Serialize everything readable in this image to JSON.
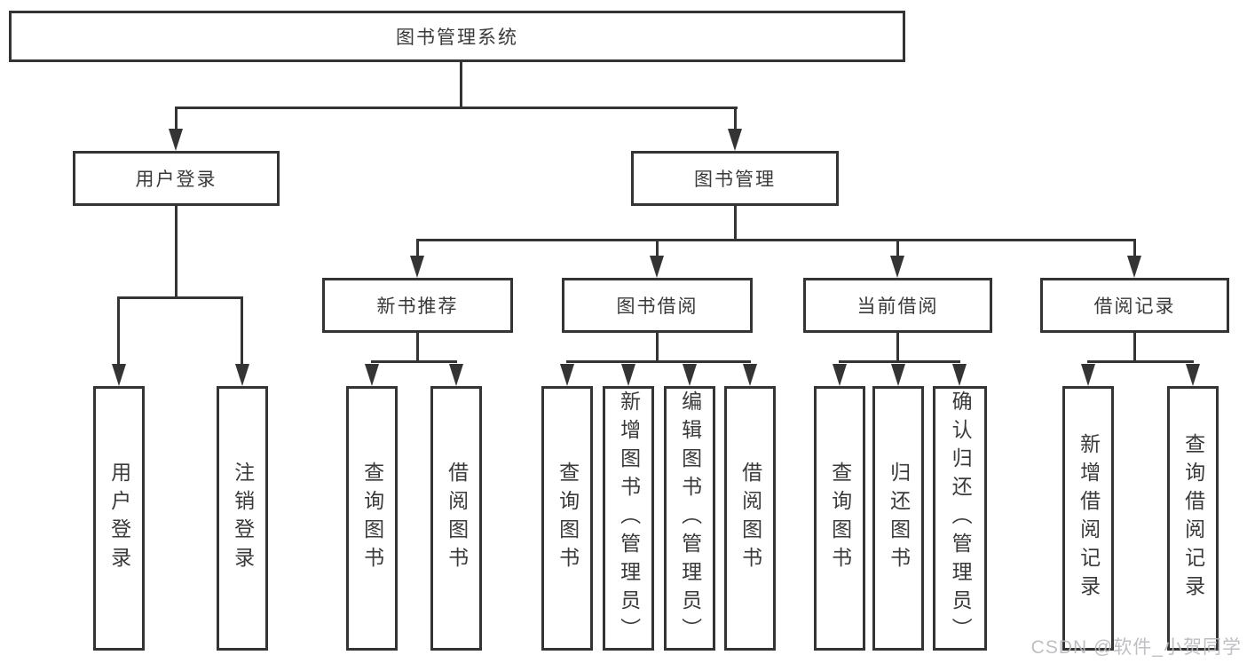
{
  "colors": {
    "line": "#343434",
    "box_border": "#343434",
    "text": "#3a3a3a",
    "background": "#ffffff",
    "watermark": "#b9b9bd"
  },
  "watermark": {
    "text": "CSDN @软件_小贺同学"
  },
  "diagram": {
    "root": {
      "label": "图书管理系统"
    },
    "level2": [
      {
        "label": "用户登录"
      },
      {
        "label": "图书管理"
      }
    ],
    "level3": [
      {
        "label": "新书推荐"
      },
      {
        "label": "图书借阅"
      },
      {
        "label": "当前借阅"
      },
      {
        "label": "借阅记录"
      }
    ],
    "leaves": {
      "user_login": [
        {
          "label": "用户登录"
        },
        {
          "label": "注销登录"
        }
      ],
      "new_book_recommend": [
        {
          "label": "查询图书"
        },
        {
          "label": "借阅图书"
        }
      ],
      "book_borrow": [
        {
          "label": "查询图书"
        },
        {
          "label": "新增图书（管理员）"
        },
        {
          "label": "编辑图书（管理员）"
        },
        {
          "label": "借阅图书"
        }
      ],
      "current_borrow": [
        {
          "label": "查询图书"
        },
        {
          "label": "归还图书"
        },
        {
          "label": "确认归还（管理员）"
        }
      ],
      "borrow_records": [
        {
          "label": "新增借阅记录"
        },
        {
          "label": "查询借阅记录"
        }
      ]
    }
  }
}
